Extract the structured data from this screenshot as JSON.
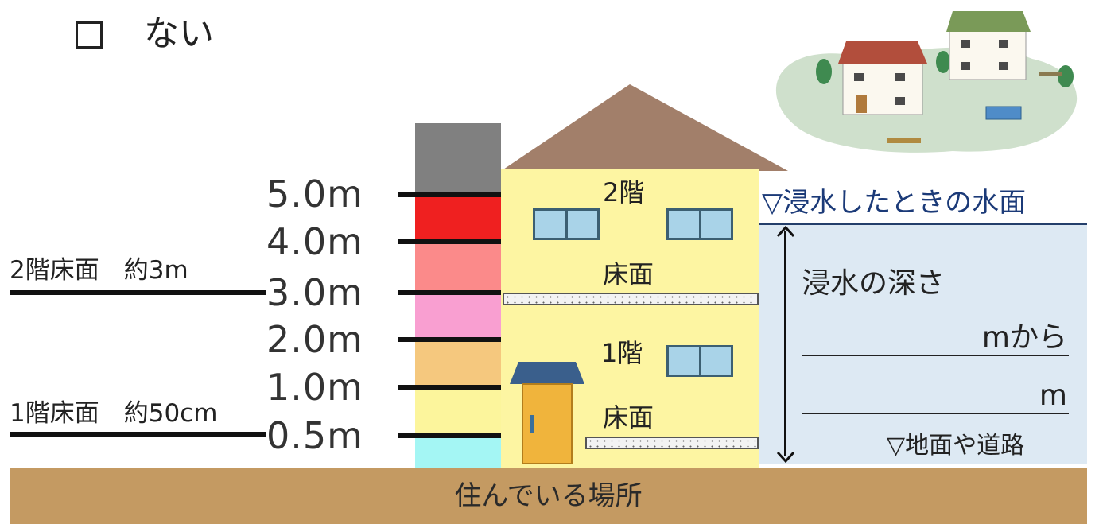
{
  "checkbox_option": {
    "box": "□",
    "label": "ない"
  },
  "illustration": {
    "name": "flooded-houses-illustration"
  },
  "scale": {
    "labels": [
      "5.0m",
      "4.0m",
      "3.0m",
      "2.0m",
      "1.0m",
      "0.5m"
    ],
    "band_colors": [
      "#808080",
      "#ef2020",
      "#fb8a8a",
      "#f99fd1",
      "#f5c87e",
      "#fcf59c",
      "#a4f6f4"
    ]
  },
  "reference_floors": {
    "second": "2階床面　約3m",
    "first": "1階床面　約50cm"
  },
  "house": {
    "floor2_label": "2階",
    "floor1_label": "1階",
    "floor_surface_label": "床面",
    "roof_color": "#a27f6a",
    "wall_color": "#fdf5a2"
  },
  "water": {
    "surface_label": "▽浸水したときの水面",
    "depth_label": "浸水の深さ",
    "from_unit": "mから",
    "to_unit": "m",
    "ground_ref_label": "▽地面や道路"
  },
  "ground": {
    "label": "住んでいる場所",
    "color": "#c49a62"
  }
}
